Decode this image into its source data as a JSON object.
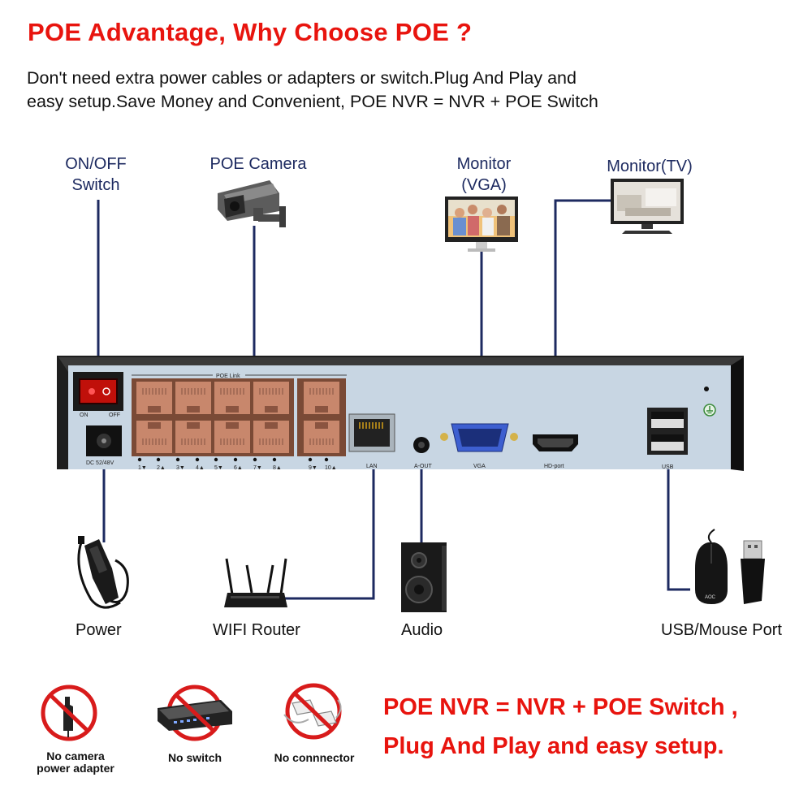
{
  "header": {
    "title": "POE Advantage, Why Choose POE ?",
    "intro_line1": "Don't need extra power cables or adapters or switch.Plug And Play and",
    "intro_line2": "easy setup.Save Money and Convenient, POE NVR = NVR + POE Switch"
  },
  "top_labels": {
    "switch_line1": "ON/OFF",
    "switch_line2": "Switch",
    "camera": "POE Camera",
    "monitor_vga_line1": "Monitor",
    "monitor_vga_line2": "(VGA)",
    "monitor_tv": "Monitor(TV)"
  },
  "panel_labels": {
    "on": "ON",
    "off": "OFF",
    "dc": "DC 52/48V",
    "poe_link": "POE Link",
    "ports": [
      "1▼",
      "2▲",
      "3▼",
      "4▲",
      "5▼",
      "6▲",
      "7▼",
      "8▲"
    ],
    "ports_extra": [
      "9▼",
      "10▲"
    ],
    "lan": "LAN",
    "aout": "A-OUT",
    "vga": "VGA",
    "hdport": "HD-port",
    "usb": "USB"
  },
  "bottom_labels": {
    "power": "Power",
    "router": "WIFI Router",
    "audio": "Audio",
    "usb_mouse": "USB/Mouse Port",
    "mouse_brand": "AOC"
  },
  "no_items": {
    "adapter_line1": "No camera",
    "adapter_line2": "power adapter",
    "switch": "No switch",
    "connector": "No connnector"
  },
  "summary": {
    "line1": "POE NVR = NVR + POE Switch ,",
    "line2": "Plug And Play and easy setup."
  },
  "colors": {
    "title_red": "#e8140e",
    "line_navy": "#1d2a60",
    "panel_face": "#c8d6e3",
    "port_orange": "#c8876c",
    "vga_blue": "#3d5fd0"
  }
}
